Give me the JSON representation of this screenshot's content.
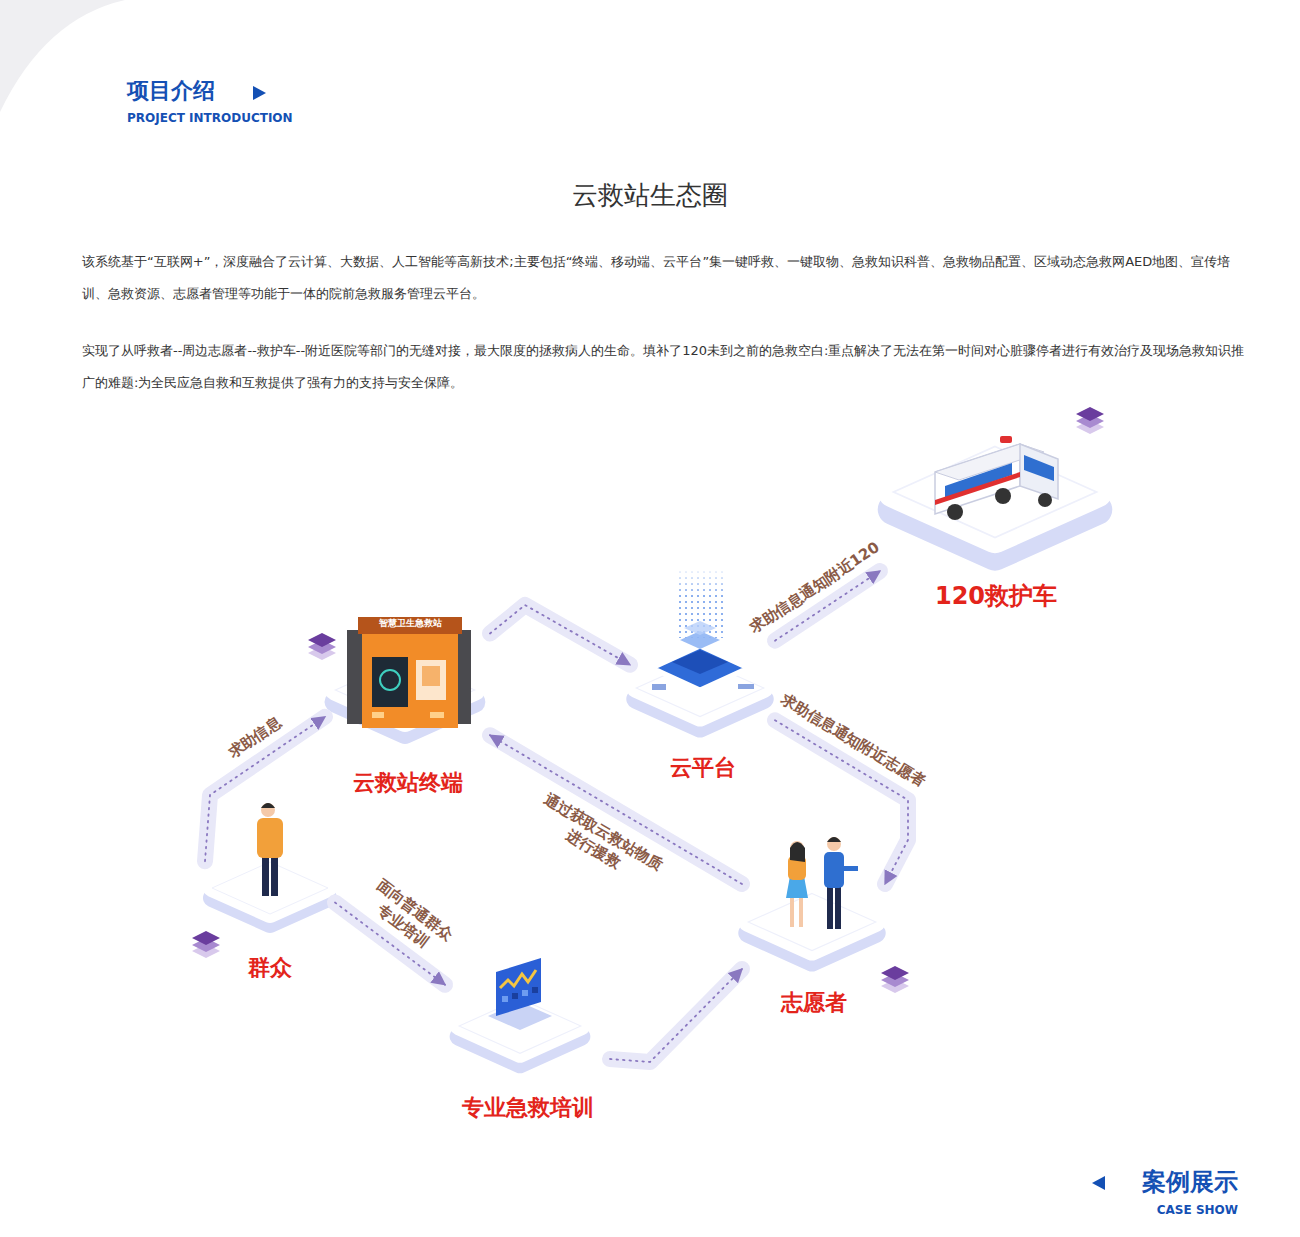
{
  "diagram": {
    "title": "云救站生态圈",
    "nodes": [
      {
        "text": [
          "120救护车"
        ]
      },
      {
        "text": [
          "云救站终端"
        ]
      },
      {
        "text": [
          "云平台"
        ]
      },
      {
        "text": [
          "群众"
        ]
      },
      {
        "text": [
          "志愿者"
        ]
      },
      {
        "text": [
          "专业急救培训"
        ]
      }
    ],
    "edges": [
      {
        "from": 3,
        "to": 1,
        "label": "求助信息",
        "arrow": "to"
      },
      {
        "from": 1,
        "to": 2,
        "arrow": "to"
      },
      {
        "from": 2,
        "to": 0,
        "label": "求助信息通知附近120",
        "arrow": "to"
      },
      {
        "from": 2,
        "to": 4,
        "label": "求助信息通知附近志愿者",
        "arrow": "to"
      },
      {
        "from": 4,
        "to": 1,
        "label": "通过获取云救站物质进行援救",
        "arrow": "to"
      },
      {
        "from": 3,
        "to": 5,
        "label": "面向普通群众专业培训",
        "arrow": "to"
      },
      {
        "from": 5,
        "to": 4,
        "arrow": "to"
      }
    ],
    "labels": [
      "项目介绍",
      "PROJECT INTRODUCTION",
      "该系统基于“互联网+”，深度融合了云计算、大数据、人工智能等高新技术;主要包括“终端、移动端、云平台”集一键呼救、一键取物、急救知识科普、急救物品配置、区域动态急救网AED地图、宣传培训、急救资源、志愿者管理等功能于一体的院前急救服务管理云平台。",
      "实现了从呼救者--周边志愿者--救护车--附近医院等部门的无缝对接，最大限度的拯救病人的生命。填补了120未到之前的急救空白:重点解决了无法在第一时间对心脏骤停者进行有效治疗及现场急救知识推广的难题:为全民应急自救和互救提供了强有力的支持与安全保障。",
      "智慧卫生急救站",
      "案例展示",
      "CASE SHOW"
    ]
  }
}
